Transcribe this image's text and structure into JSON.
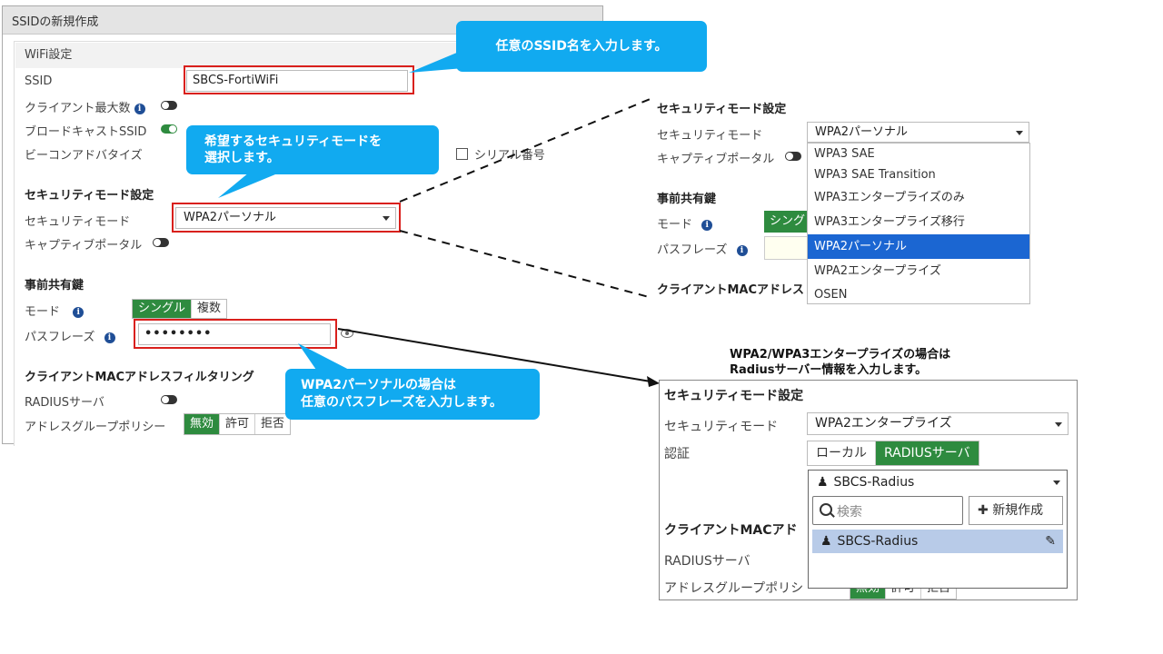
{
  "left_panel": {
    "title": "SSIDの新規作成",
    "wifi_section": "WiFi設定",
    "ssid_label": "SSID",
    "ssid_value": "SBCS-FortiWiFi",
    "max_clients_label": "クライアント最大数",
    "broadcast_label": "ブロードキャストSSID",
    "beacon_label": "ビーコンアドバタイズ",
    "serial_label": "シリアル番号",
    "security_section": "セキュリティモード設定",
    "security_mode_label": "セキュリティモード",
    "security_mode_value": "WPA2パーソナル",
    "captive_label": "キャプティブポータル",
    "psk_section": "事前共有鍵",
    "mode_label": "モード",
    "mode_options": [
      "シングル",
      "複数"
    ],
    "passphrase_label": "パスフレーズ",
    "passphrase_value": "••••••••",
    "mac_section": "クライアントMACアドレスフィルタリング",
    "radius_label": "RADIUSサーバ",
    "addr_policy_label": "アドレスグループポリシー",
    "addr_policy_options": [
      "無効",
      "許可",
      "拒否"
    ]
  },
  "callouts": {
    "ssid": "任意のSSID名を入力します。",
    "security_line1": "希望するセキュリティモードを",
    "security_line2": "選択します。",
    "pass_line1": "WPA2パーソナルの場合は",
    "pass_line2": "任意のパスフレーズを入力します。"
  },
  "dropdown_panel": {
    "section": "セキュリティモード設定",
    "security_mode_label": "セキュリティモード",
    "security_mode_value": "WPA2パーソナル",
    "captive_label": "キャプティブポータル",
    "psk_section": "事前共有鍵",
    "mode_label": "モード",
    "mode_partial": "シング",
    "passphrase_label": "パスフレーズ",
    "mac_partial": "クライアントMACアドレス",
    "options": [
      "WPA3 SAE",
      "WPA3 SAE Transition",
      "WPA3エンタープライズのみ",
      "WPA3エンタープライズ移行",
      "WPA2パーソナル",
      "WPA2エンタープライズ",
      "OSEN"
    ],
    "selected": "WPA2パーソナル"
  },
  "note": {
    "line1": "WPA2/WPA3エンタープライズの場合は",
    "line2": "Radiusサーバー情報を入力します。"
  },
  "enterprise_panel": {
    "section": "セキュリティモード設定",
    "security_mode_label": "セキュリティモード",
    "security_mode_value": "WPA2エンタープライズ",
    "auth_label": "認証",
    "auth_options": [
      "ローカル",
      "RADIUSサーバ"
    ],
    "radius_selected": "SBCS-Radius",
    "search_placeholder": "検索",
    "new_button": "新規作成",
    "list_items": [
      "SBCS-Radius"
    ],
    "mac_partial": "クライアントMACアド",
    "radius_label": "RADIUSサーバ",
    "addr_policy_partial": "アドレスグループポリシ",
    "addr_policy_options": [
      "無効",
      "許可",
      "拒否"
    ]
  },
  "colors": {
    "accent_green": "#2e8b3f",
    "callout_blue": "#11aaf0",
    "highlight_red": "#d9201c",
    "selected_blue": "#1b66d2"
  }
}
